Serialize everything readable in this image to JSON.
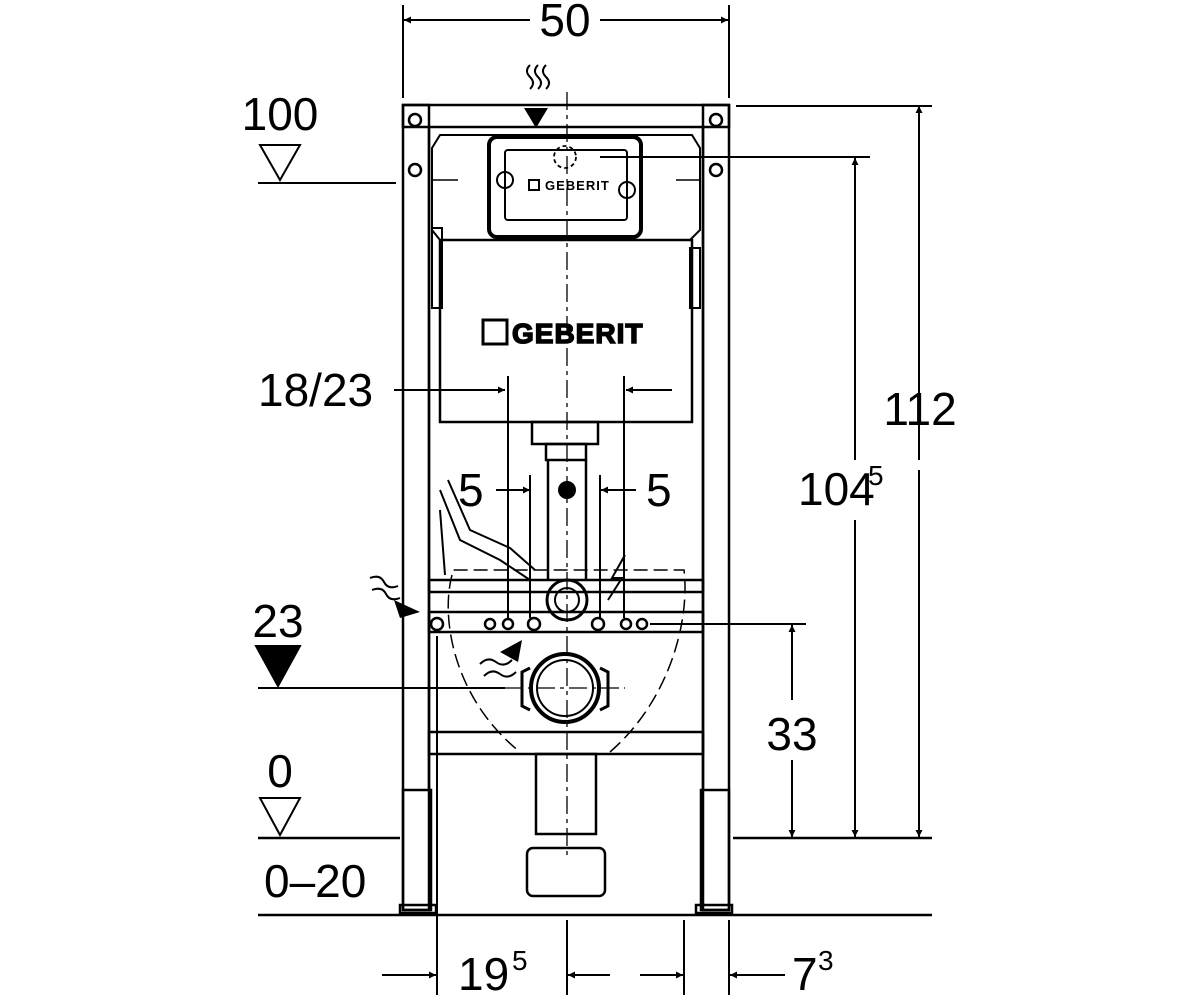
{
  "dimensions": {
    "width_total": "50",
    "level_100": "100",
    "height_total": "112",
    "height_actuator": "104",
    "height_actuator_sup": "5",
    "spacing_18_23": "18/23",
    "offset_left": "5",
    "offset_right": "5",
    "level_23": "23",
    "height_drain": "33",
    "level_0": "0",
    "floor_range": "0–20",
    "depth_left": "19",
    "depth_left_sup": "5",
    "depth_right": "7",
    "depth_right_sup": "3"
  },
  "brand": {
    "cistern_logo": "GEBERIT",
    "plate_logo": "GEBERIT"
  },
  "colors": {
    "ink": "#000000",
    "paper": "#ffffff"
  }
}
